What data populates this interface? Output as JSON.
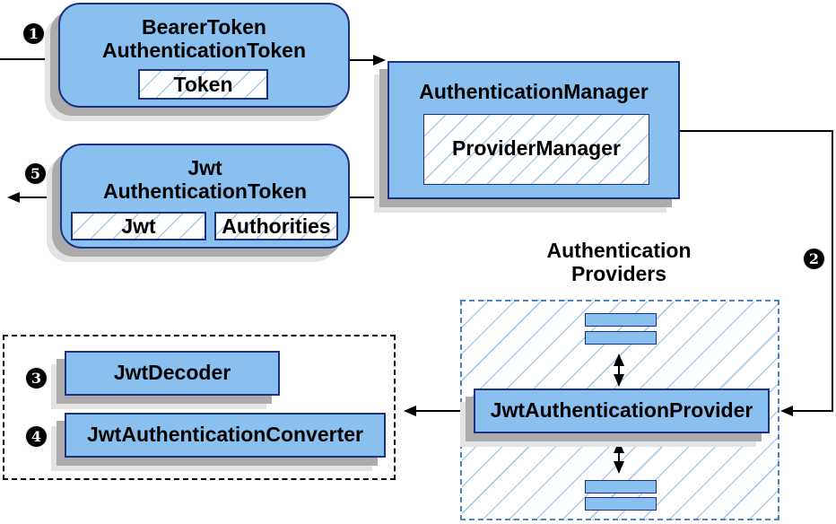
{
  "diagram": {
    "nodes": {
      "bearer_token": {
        "title_line1": "BearerToken",
        "title_line2": "AuthenticationToken",
        "chip_token": "Token"
      },
      "authentication_manager": {
        "title": "AuthenticationManager",
        "chip_provider_manager": "ProviderManager"
      },
      "jwt_authentication_token": {
        "title_line1": "Jwt",
        "title_line2": "AuthenticationToken",
        "chip_jwt": "Jwt",
        "chip_authorities": "Authorities"
      },
      "authentication_providers_group": {
        "label_line1": "Authentication",
        "label_line2": "Providers"
      },
      "jwt_authentication_provider": {
        "label": "JwtAuthenticationProvider"
      },
      "jwt_decoder": {
        "label": "JwtDecoder"
      },
      "jwt_authentication_converter": {
        "label": "JwtAuthenticationConverter"
      }
    },
    "step_badges": {
      "step1": "1",
      "step2": "2",
      "step3": "3",
      "step4": "4",
      "step5": "5"
    },
    "colors": {
      "node_fill": "#89c0f0",
      "node_border": "#1b3280",
      "hatch_line": "#a9cbea",
      "group_dashed_blue": "#4a82c4",
      "group_dashed_black": "#000000",
      "shadow_dark": "#ababab",
      "shadow_light": "#e3e3e3",
      "connector": "#000000",
      "badge_background": "#000000",
      "badge_text": "#ffffff"
    }
  }
}
